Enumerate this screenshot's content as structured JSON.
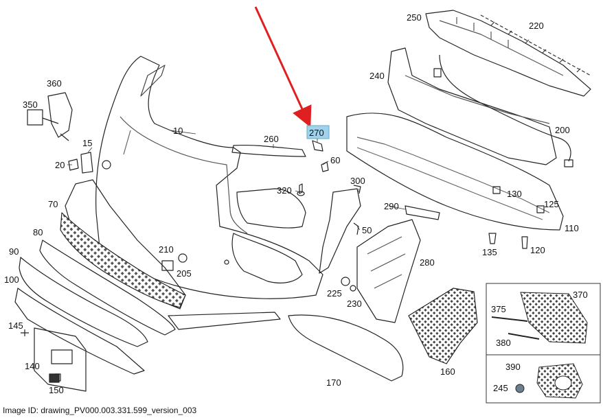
{
  "diagram": {
    "highlight_label": "270",
    "part_labels": [
      "10",
      "15",
      "20",
      "50",
      "60",
      "70",
      "80",
      "90",
      "100",
      "110",
      "120",
      "125",
      "130",
      "135",
      "140",
      "145",
      "150",
      "160",
      "170",
      "200",
      "205",
      "210",
      "220",
      "225",
      "230",
      "240",
      "245",
      "250",
      "260",
      "270",
      "280",
      "290",
      "300",
      "320",
      "350",
      "360",
      "370",
      "375",
      "380",
      "390"
    ],
    "accent_color": "#e02020",
    "highlight_fill": "#9fd3ec"
  },
  "footer": {
    "image_id_text": "Image ID: drawing_PV000.003.331.599_version_003"
  }
}
